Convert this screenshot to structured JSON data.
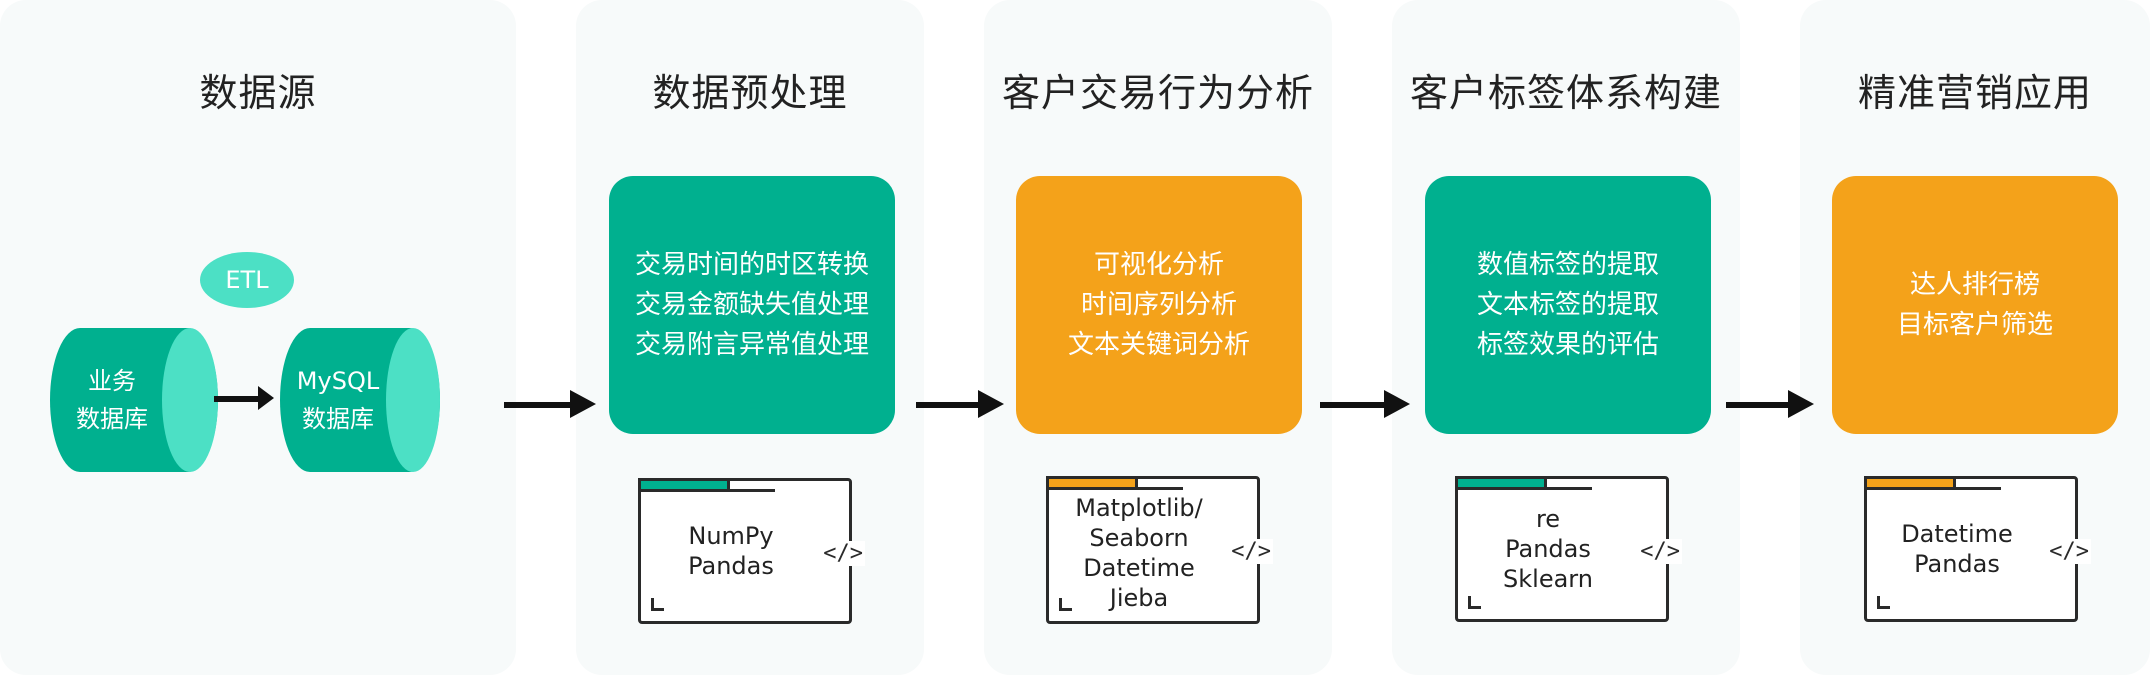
{
  "stages": [
    {
      "title": "数据源"
    },
    {
      "title": "数据预处理",
      "box_lines": [
        "交易时间的时区转换",
        "交易金额缺失值处理",
        "交易附言异常值处理"
      ],
      "tools": [
        "NumPy",
        "Pandas"
      ]
    },
    {
      "title": "客户交易行为分析",
      "box_lines": [
        "可视化分析",
        "时间序列分析",
        "文本关键词分析"
      ],
      "tools": [
        "Matplotlib/",
        "Seaborn",
        "Datetime",
        "Jieba"
      ]
    },
    {
      "title": "客户标签体系构建",
      "box_lines": [
        "数值标签的提取",
        "文本标签的提取",
        "标签效果的评估"
      ],
      "tools": [
        "re",
        "Pandas",
        "Sklearn"
      ]
    },
    {
      "title": "精准营销应用",
      "box_lines": [
        "达人排行榜",
        "目标客户筛选"
      ],
      "tools": [
        "Datetime",
        "Pandas"
      ]
    }
  ],
  "source": {
    "db1": [
      "业务",
      "数据库"
    ],
    "db2": [
      "MySQL",
      "数据库"
    ],
    "etl": "ETL"
  },
  "code_icon": "</>",
  "colors": {
    "green": "#00b08f",
    "orange": "#f4a21a",
    "cylinder_cap": "#4ce0c5",
    "panel_bg": "#f7fafa"
  }
}
